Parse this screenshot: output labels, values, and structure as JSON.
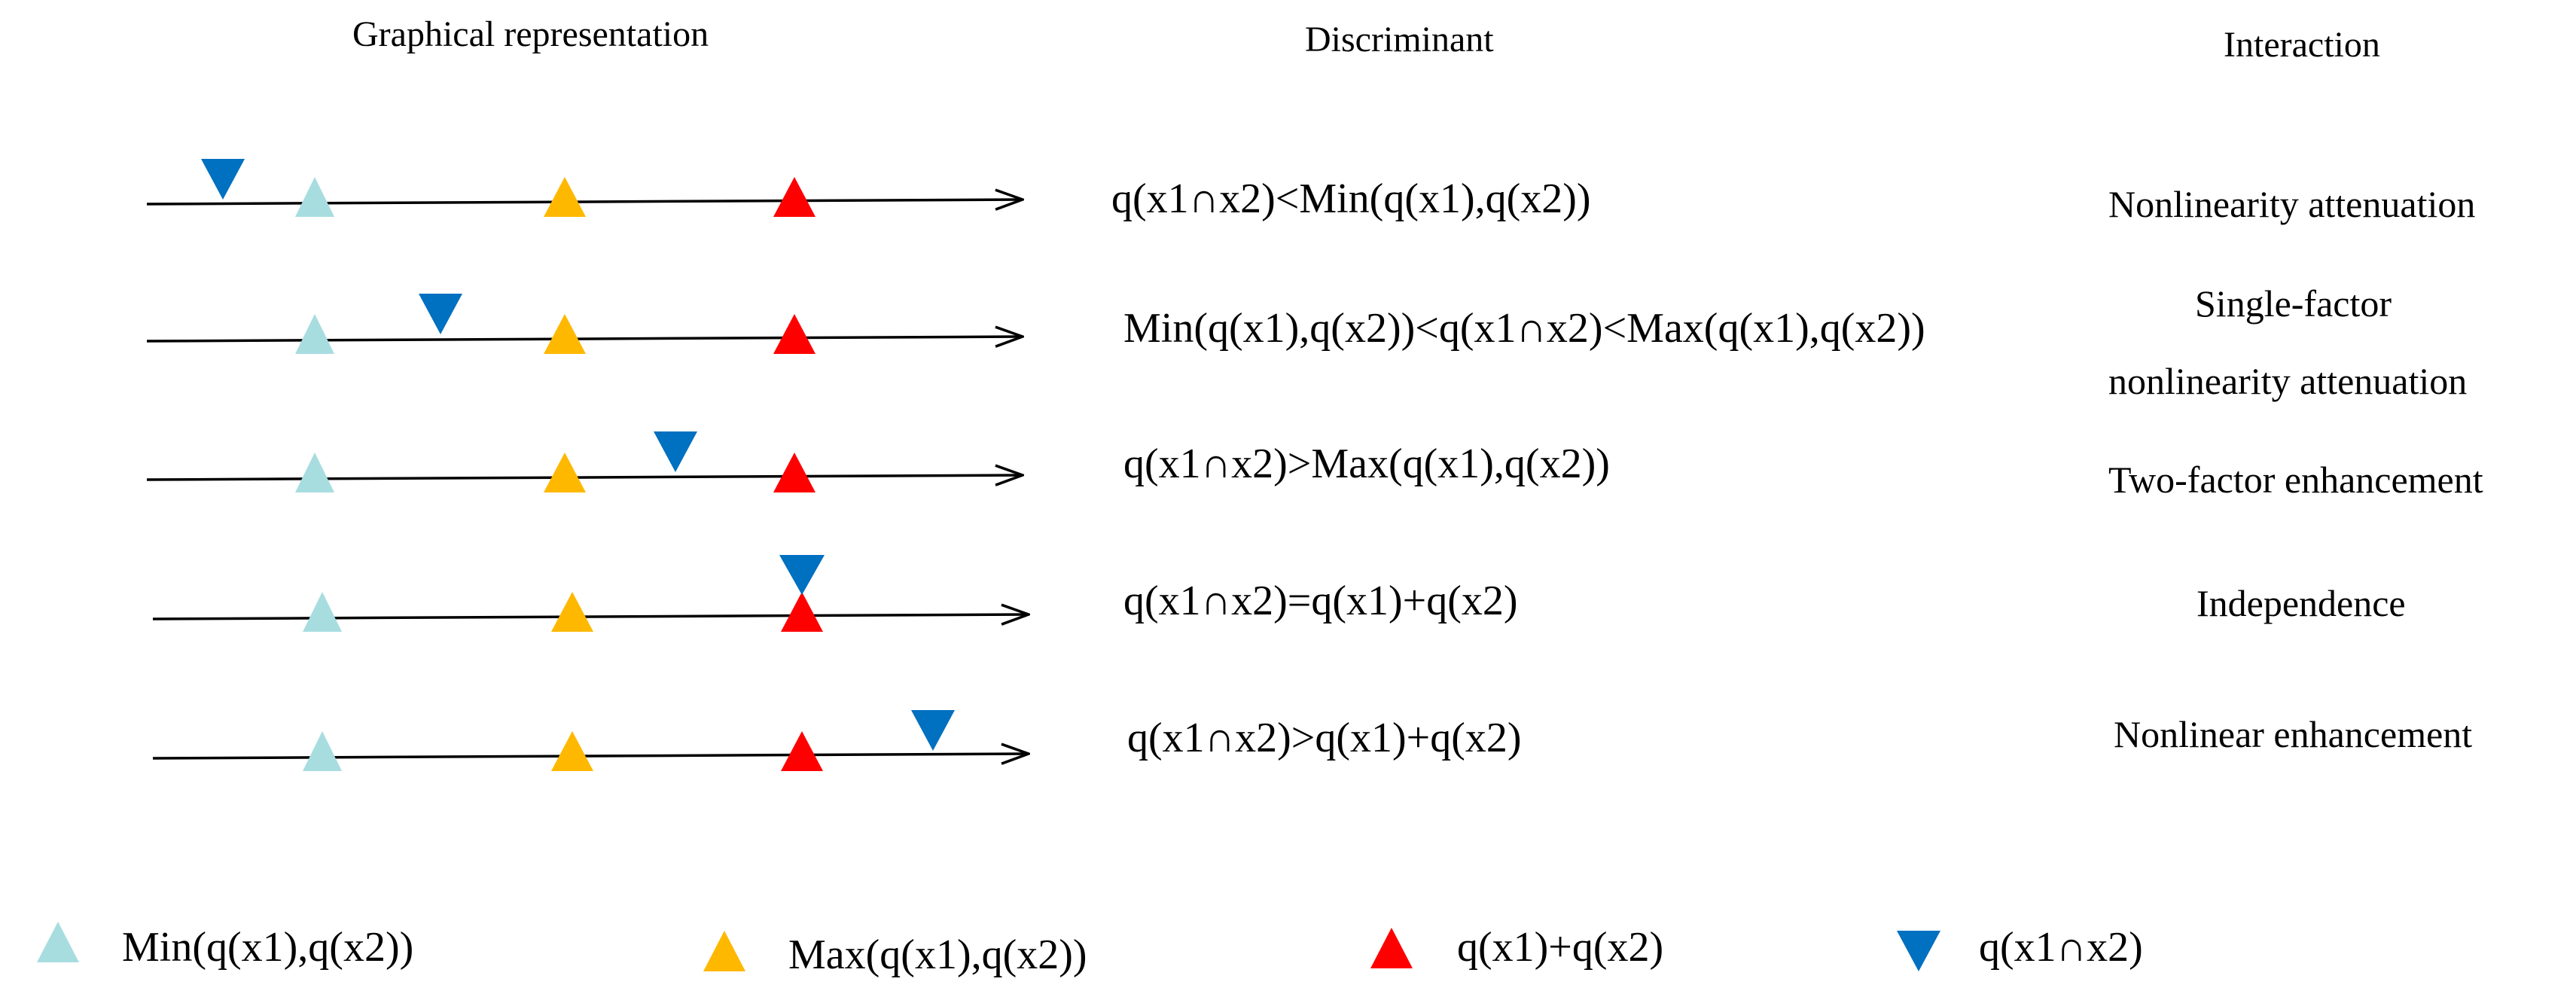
{
  "headers": {
    "graphical": "Graphical representation",
    "discriminant": "Discriminant",
    "interaction": "Interaction"
  },
  "rows": [
    {
      "discriminant": "q(x1∩x2)<Min(q(x1),q(x2))",
      "interaction": [
        "Nonlinearity attenuation"
      ]
    },
    {
      "discriminant": "Min(q(x1),q(x2))<q(x1∩x2)<Max(q(x1),q(x2))",
      "interaction": [
        "Single-factor",
        "nonlinearity attenuation"
      ]
    },
    {
      "discriminant": "q(x1∩x2)>Max(q(x1),q(x2))",
      "interaction": [
        "Two-factor enhancement"
      ]
    },
    {
      "discriminant": "q(x1∩x2)=q(x1)+q(x2)",
      "interaction": [
        "Independence"
      ]
    },
    {
      "discriminant": "q(x1∩x2)>q(x1)+q(x2)",
      "interaction": [
        "Nonlinear enhancement"
      ]
    }
  ],
  "legend": [
    {
      "label": "Min(q(x1),q(x2))",
      "color": "#a8dde0",
      "icon": "triangle-up-icon"
    },
    {
      "label": "Max(q(x1),q(x2))",
      "color": "#ffb800",
      "icon": "triangle-up-icon"
    },
    {
      "label": "q(x1)+q(x2)",
      "color": "#ff0000",
      "icon": "triangle-up-icon"
    },
    {
      "label": "q(x1∩x2)",
      "color": "#0070c0",
      "icon": "triangle-down-icon"
    }
  ],
  "colors": {
    "min": "#a8dde0",
    "max": "#ffb800",
    "sum": "#ff0000",
    "interaction": "#0070c0",
    "axis": "#000000"
  }
}
